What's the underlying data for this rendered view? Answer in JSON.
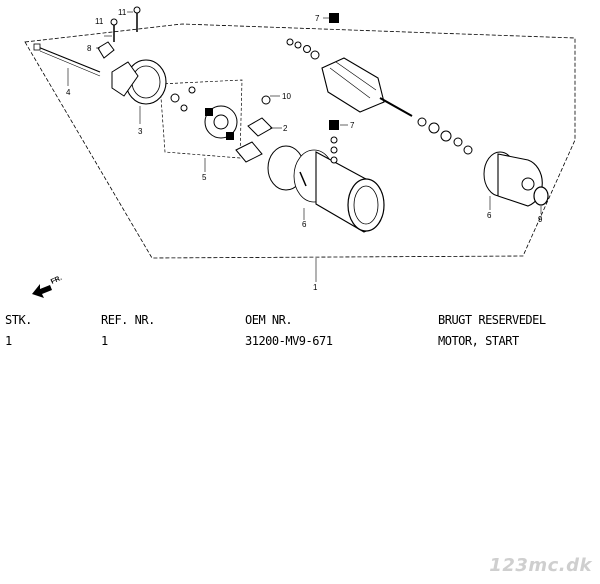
{
  "diagram": {
    "callouts": [
      "1",
      "2",
      "3",
      "4",
      "5",
      "6",
      "6",
      "7",
      "7",
      "8",
      "9",
      "10",
      "11",
      "11"
    ],
    "direction_label": "FR."
  },
  "table": {
    "headers": [
      "STK.",
      "REF. NR.",
      "OEM NR.",
      "BRUGT RESERVEDEL"
    ],
    "rows": [
      [
        "1",
        "1",
        "31200-MV9-671",
        "MOTOR, START"
      ]
    ]
  },
  "watermark": "123mc.dk"
}
